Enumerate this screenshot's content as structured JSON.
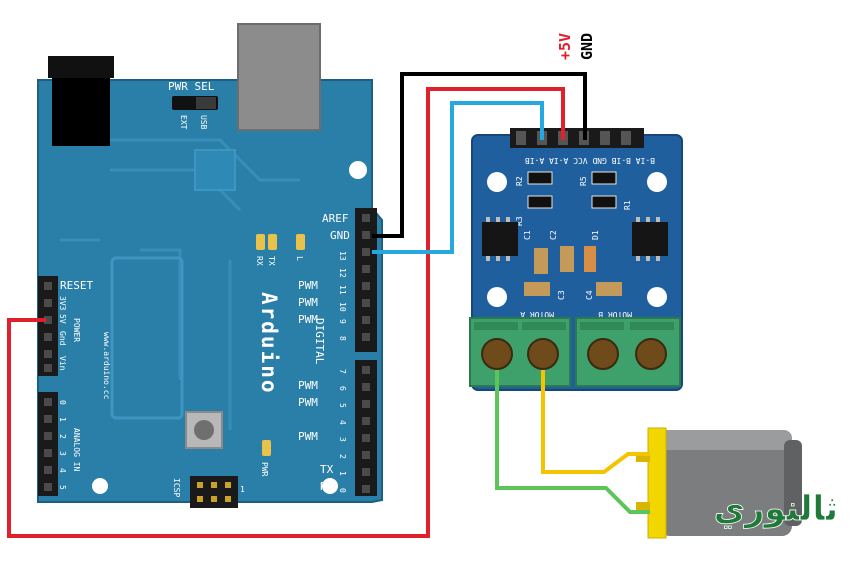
{
  "supply": {
    "plus5v": "+5V",
    "gnd": "GND"
  },
  "arduino": {
    "brand": "Arduino",
    "url": "www.arduino.cc",
    "pwr_sel": "PWR SEL",
    "ext": "EXT",
    "usb": "USB",
    "aref": "AREF",
    "gnd": "GND",
    "digital": "DIGITAL",
    "pin13": "13",
    "pin12": "12",
    "pin11": "11",
    "pin10": "10",
    "pin9": "9",
    "pin8": "8",
    "pin7": "7",
    "pin6": "6",
    "pin5": "5",
    "pin4": "4",
    "pin3": "3",
    "pin2": "2",
    "pin1": "1",
    "pin0": "0",
    "pwm": "PWM",
    "tx_pin": "TX",
    "rx_pin": "RX",
    "led_tx": "TX",
    "led_rx": "RX",
    "led_l": "L",
    "led_pwr": "PWR",
    "icsp": "ICSP",
    "icsp_1": "1",
    "reset": "RESET",
    "p3v3": "3V3",
    "p5v": "5V",
    "gnd_power": "Gnd",
    "vin": "Vin",
    "power": "POWER",
    "analog_in": "ANALOG IN",
    "a0": "0",
    "a1": "1",
    "a2": "2",
    "a3": "3",
    "a4": "4",
    "a5": "5"
  },
  "driver": {
    "header": "B-IA B-IB GND VCC A-IA A-IB",
    "motor_a": "MOTOR A",
    "motor_b": "MOTOR B",
    "r1": "R1",
    "r2": "R2",
    "r3": "R3",
    "r5": "R5",
    "c1": "C1",
    "c2": "C2",
    "c3": "C3",
    "c4": "C4",
    "d1": "D1"
  },
  "watermark": {
    "text": "ثالنوري"
  },
  "colors": {
    "board": "#2a7fa8",
    "driver": "#1f5f9e",
    "wire_black": "#000000",
    "wire_red": "#e0202a",
    "wire_blue": "#25a8df",
    "wire_green": "#5dc45a",
    "wire_yellow": "#f5c400",
    "terminal": "#3ea06a",
    "motor_can": "#7b7d7f",
    "motor_cap": "#f2d600",
    "watermark": "#1f7a3a"
  }
}
